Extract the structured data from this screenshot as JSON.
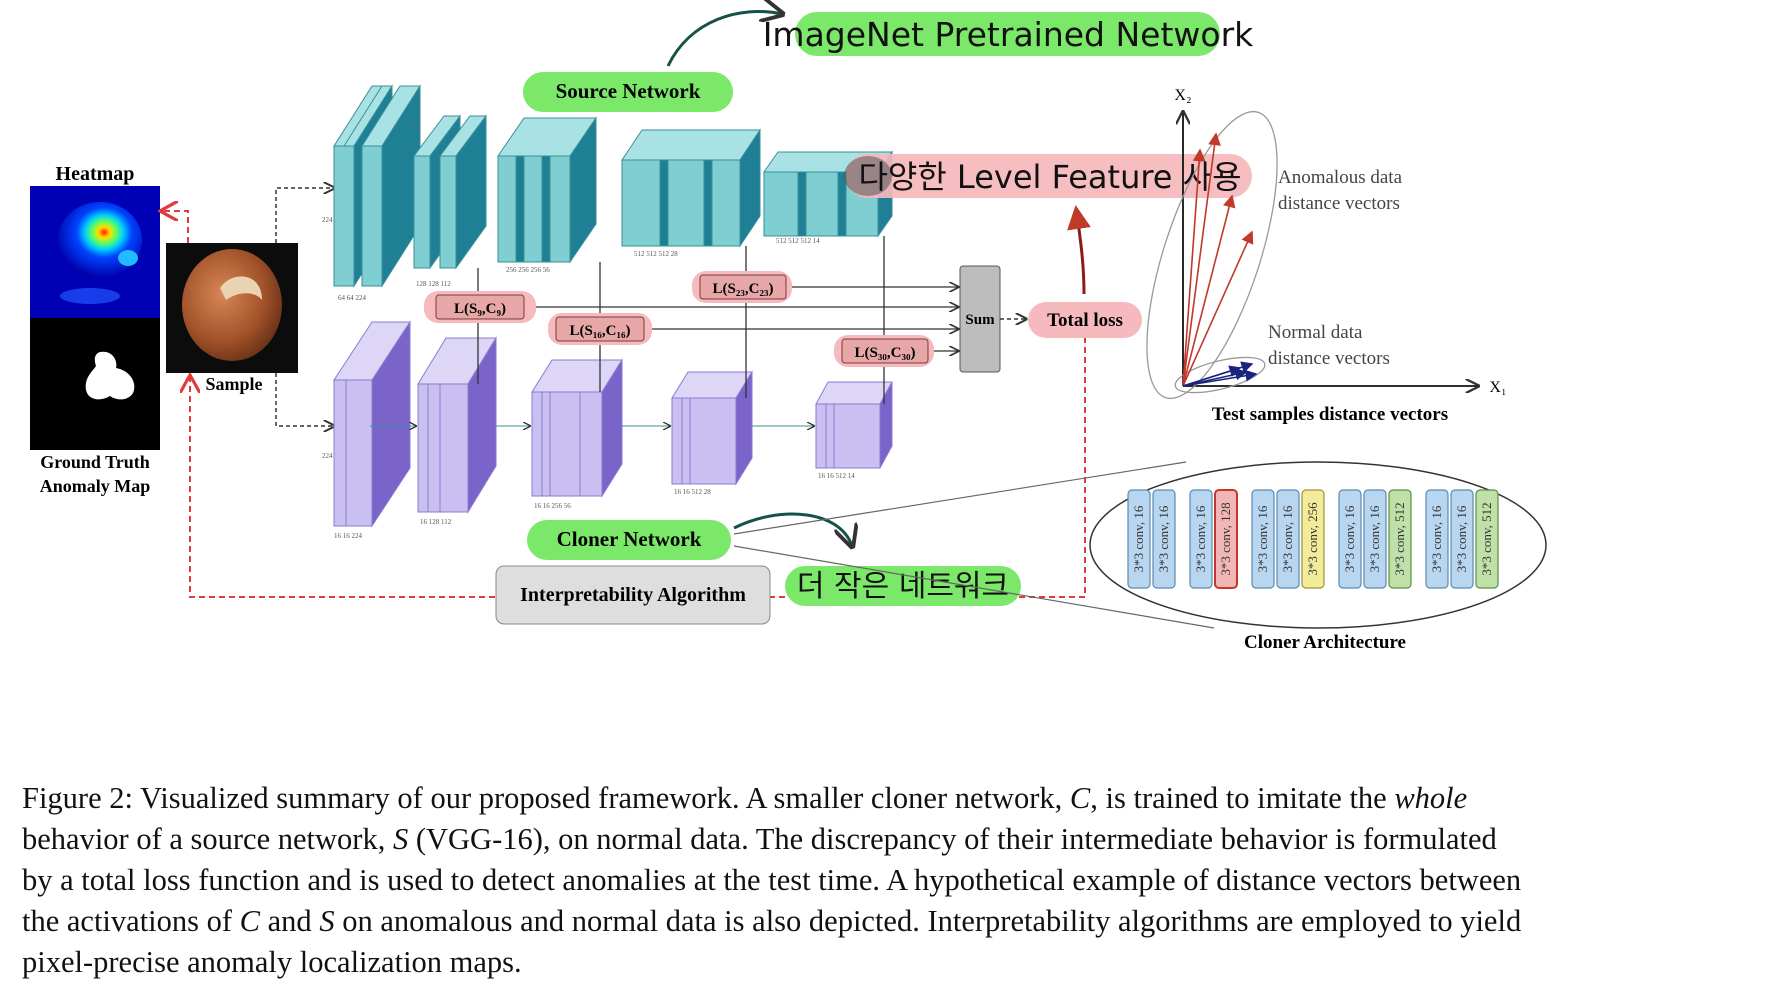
{
  "labels": {
    "imagenet": "ImageNet Pretrained Network",
    "source_network": "Source Network",
    "heatmap": "Heatmap",
    "sample": "Sample",
    "ground_truth_1": "Ground Truth",
    "ground_truth_2": "Anomaly Map",
    "korean_level_feature": "다양한 Level Feature 사용",
    "korean_smaller_network": "더 작은 네트워크",
    "sum": "Sum",
    "total_loss": "Total loss",
    "cloner_network": "Cloner Network",
    "interpretability": "Interpretability Algorithm",
    "cloner_architecture": "Cloner Architecture",
    "anomalous_1": "Anomalous data",
    "anomalous_2": "distance vectors",
    "normal_1": "Normal data",
    "normal_2": "distance vectors",
    "test_samples": "Test samples distance vectors",
    "axis_x1": "X₁",
    "axis_x2": "X₂"
  },
  "loss_terms": [
    {
      "name": "L(S₉,C₉)"
    },
    {
      "name": "L(S₁₆,C₁₆)"
    },
    {
      "name": "L(S₂₃,C₂₃)"
    },
    {
      "name": "L(S₃₀,C₃₀)"
    }
  ],
  "cloner_layers": [
    "3*3 conv, 16",
    "3*3 conv, 16",
    "3*3 conv, 16",
    "3*3 conv, 128",
    "3*3 conv, 16",
    "3*3 conv, 16",
    "3*3 conv, 256",
    "3*3 conv, 16",
    "3*3 conv, 16",
    "3*3 conv, 512",
    "3*3 conv, 16",
    "3*3 conv, 16",
    "3*3 conv, 512"
  ],
  "source_dims": [
    "224",
    "64 64 224",
    "128 128 112",
    "256 256 256 56",
    "512 512 512 28",
    "512 512 512 14"
  ],
  "cloner_dims": [
    "224",
    "16 16 224",
    "16 128 112",
    "16 16 256 56",
    "16 16 512 28",
    "16 16 512 14"
  ],
  "caption": {
    "line1_a": "Figure 2:  Visualized summary of our proposed framework.  A smaller cloner network, ",
    "line1_c": "C",
    "line1_b": ", is trained to imitate the ",
    "line1_whole": "whole",
    "line2_a": "behavior of a source network, ",
    "line2_s": "S",
    "line2_b": " (VGG-16), on normal data.  The discrepancy of their intermediate behavior is formulated",
    "line3": "by a total loss function and is used to detect anomalies at the test time.  A hypothetical example of distance vectors between",
    "line4_a": "the activations of ",
    "line4_c": "C",
    "line4_b": " and ",
    "line4_s": "S",
    "line4_c2": " on anomalous and normal data is also depicted.  Interpretability algorithms are employed to yield",
    "line5": "pixel-precise anomaly localization maps."
  },
  "colors": {
    "teal_front": "#7fcfd2",
    "teal_dark": "#1e7f95",
    "purple_front": "#c9bff0",
    "purple_dark": "#7a63c9",
    "green_highlight": "#7be86a",
    "pink_highlight": "#f6b9bd",
    "loss_fill": "#e8a7a7",
    "red_dash": "#e03a3a"
  }
}
